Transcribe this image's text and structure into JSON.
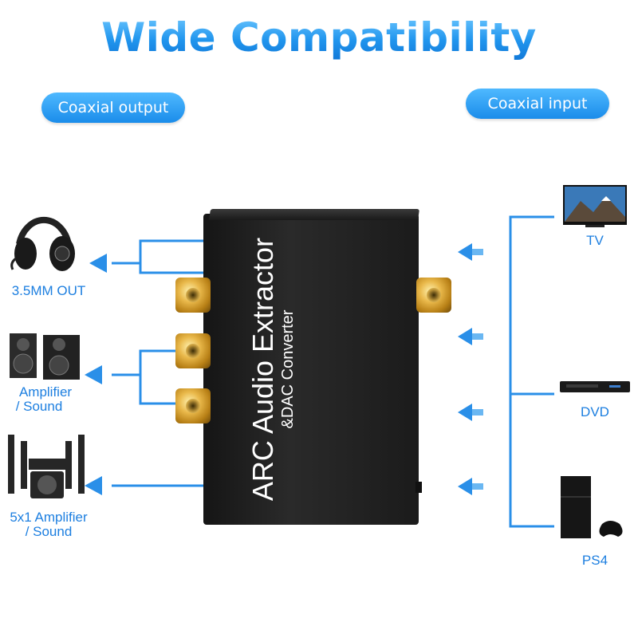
{
  "title": "Wide Compatibility",
  "badges": {
    "left": "Coaxial output",
    "right": "Coaxial input"
  },
  "device": {
    "name_line1": "ARC Audio Extractor",
    "name_line2": "&DAC Converter"
  },
  "outputs": [
    {
      "label": "3.5MM OUT",
      "icon": "headset-icon"
    },
    {
      "label_line1": "Amplifier",
      "label_line2": "/ Sound",
      "icon": "speakers-icon"
    },
    {
      "label_line1": "5x1 Amplifier",
      "label_line2": "/ Sound",
      "icon": "home-theater-icon"
    }
  ],
  "inputs": [
    {
      "label": "TV",
      "icon": "tv-icon"
    },
    {
      "label": "DVD",
      "icon": "dvd-player-icon"
    },
    {
      "label": "PS4",
      "icon": "ps4-console-icon"
    }
  ],
  "colors": {
    "accent": "#1d8ae8",
    "label": "#1d7fe0",
    "gold": "#e0ac3a"
  }
}
